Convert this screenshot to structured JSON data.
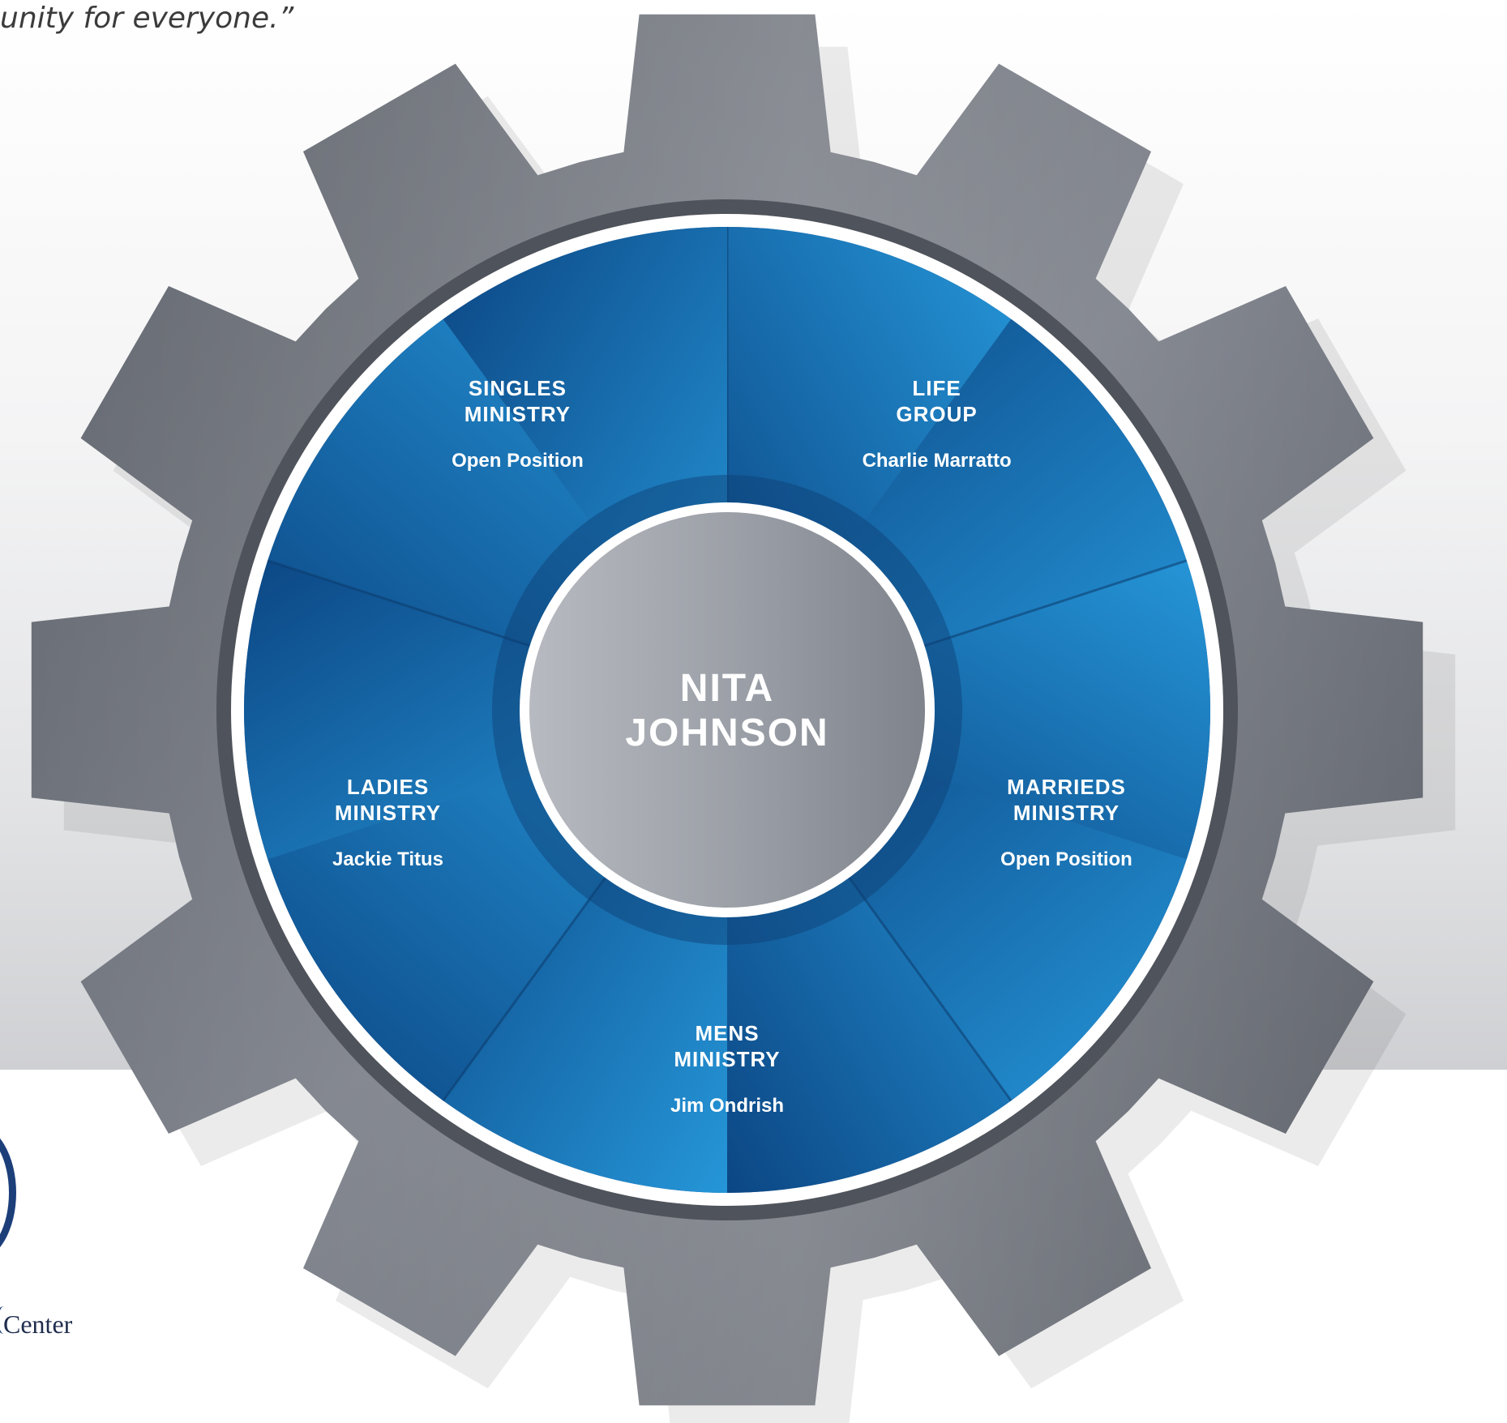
{
  "header": {
    "quote": "unity for everyone.”"
  },
  "logo": {
    "text": "Center"
  },
  "diagram": {
    "center": {
      "line1": "NITA",
      "line2": "JOHNSON"
    },
    "segments": [
      {
        "title1": "SINGLES",
        "title2": "MINISTRY",
        "name": "Open Position"
      },
      {
        "title1": "LIFE",
        "title2": "GROUP",
        "name": "Charlie Marratto"
      },
      {
        "title1": "MARRIEDS",
        "title2": "MINISTRY",
        "name": "Open Position"
      },
      {
        "title1": "MENS",
        "title2": "MINISTRY",
        "name": "Jim Ondrish"
      },
      {
        "title1": "LADIES",
        "title2": "MINISTRY",
        "name": "Jackie Titus"
      }
    ]
  },
  "colors": {
    "gear": "#6e727b",
    "segment_dark": "#0e4f8e",
    "segment_light": "#2392d4",
    "hub": "#9ea2aa"
  }
}
